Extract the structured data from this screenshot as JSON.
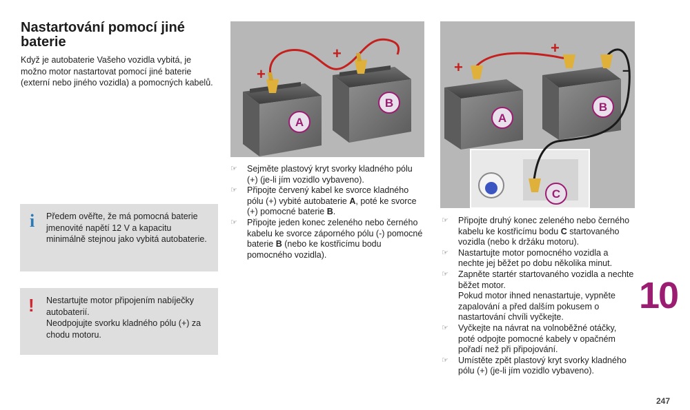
{
  "title": "Nastartování pomocí jiné baterie",
  "intro": "Když je autobaterie Vašeho vozidla vybitá, je možno motor nastartovat pomocí jiné baterie (externí nebo jiného vozidla) a pomocných kabelů.",
  "info_box": {
    "icon": "i",
    "lines": [
      "Předem ověřte, že má pomocná baterie jmenovité napětí 12 V a kapacitu minimálně stejnou jako vybitá autobaterie."
    ]
  },
  "warning_box": {
    "icon": "!",
    "lines": [
      "Nestartujte motor připojením nabíječky autobaterií.",
      "Neodpojujte svorku kladného pólu (+) za chodu motoru."
    ]
  },
  "illustration_1": {
    "battery_a_label": "A",
    "battery_b_label": "B",
    "plus_sign_1": "+",
    "plus_sign_2": "+"
  },
  "illustration_2": {
    "battery_a_label": "A",
    "battery_b_label": "B",
    "point_c_label": "C",
    "plus_sign_1": "+",
    "plus_sign_2": "+",
    "minus_sign": "–"
  },
  "steps_middle": [
    {
      "parts": [
        "Sejměte plastový kryt svorky kladného pólu (+) (je-li jím vozidlo vybaveno)."
      ]
    },
    {
      "parts": [
        "Připojte červený kabel ke svorce kladného pólu (+) vybité autobaterie ",
        "A",
        ", poté ke svorce (+) pomocné baterie ",
        "B",
        "."
      ]
    },
    {
      "parts": [
        "Připojte jeden konec zeleného nebo černého kabelu ke svorce záporného pólu (-) pomocné baterie ",
        "B",
        " (nebo ke kostřicímu bodu pomocného vozidla)."
      ]
    }
  ],
  "steps_right": [
    {
      "parts": [
        "Připojte druhý konec zeleného nebo černého kabelu ke kostřicímu bodu ",
        "C",
        " startovaného vozidla (nebo k držáku motoru)."
      ]
    },
    {
      "parts": [
        "Nastartujte motor pomocného vozidla a nechte jej běžet po dobu několika minut."
      ]
    },
    {
      "parts": [
        "Zapněte startér startovaného vozidla a nechte běžet motor.\nPokud motor ihned nenastartuje, vypněte zapalování a před dalším pokusem o nastartování chvíli vyčkejte."
      ]
    },
    {
      "parts": [
        "Vyčkejte na návrat na volnoběžné otáčky, poté odpojte pomocné kabely v opačném pořadí než při připojování."
      ]
    },
    {
      "parts": [
        "Umístěte zpět plastový kryt svorky kladného pólu (+) (je-li jím vozidlo vybaveno)."
      ]
    }
  ],
  "bullet_icon": "☞",
  "chapter_number": "10",
  "page_number": "247",
  "colors": {
    "accent": "#9b1d72",
    "info_icon": "#2a7ab8",
    "warning_icon": "#d0262f",
    "box_bg": "#dedede",
    "illustration_bg": "#b7b7b7",
    "cable_red": "#c3201e",
    "cable_black": "#1a1a1a"
  }
}
